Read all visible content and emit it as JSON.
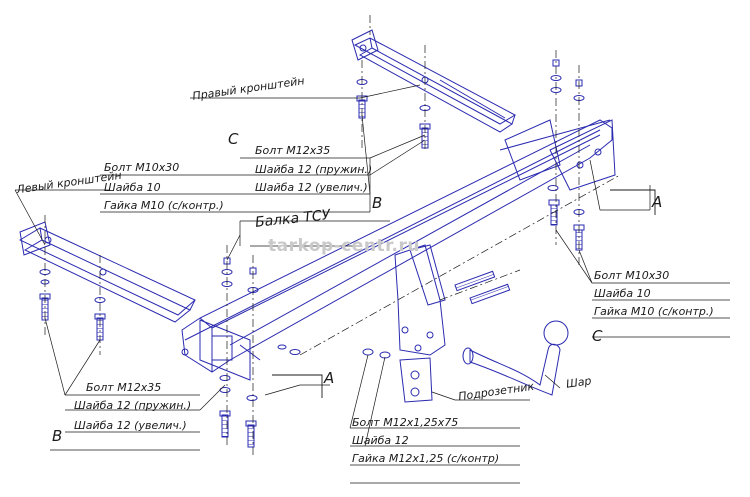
{
  "labels": {
    "right_bracket": "Правый кронштейн",
    "left_bracket": "Левый кронштейн",
    "beam": "Балка ТСУ",
    "socket_holder": "Подрозетник",
    "ball": "Шар",
    "sect_a_top": "A",
    "sect_a_bottom": "A",
    "sect_b_top": "B",
    "sect_b_bottom": "B",
    "sect_c_top": "C",
    "sect_c_right": "C"
  },
  "fasteners": {
    "right_bracket_set": [
      "Болт М12х35",
      "Шайба 12 (пружин.)",
      "Шайба 12 (увелич.)"
    ],
    "left_bracket_set": [
      "Болт М10х30",
      "Шайба 10",
      "Гайка М10 (с/контр.)"
    ],
    "bottom_left_set": [
      "Болт М12х35",
      "Шайба 12 (пружин.)",
      "Шайба 12 (увелич.)"
    ],
    "right_side_set": [
      "Болт М10х30",
      "Шайба 10",
      "Гайка М10 (с/контр.)"
    ],
    "socket_set": [
      "Болт М12х1,25х75",
      "Шайба 12",
      "Гайка М12х1,25 (с/контр)"
    ]
  },
  "watermark": "tarkop-centr.ru",
  "colors": {
    "line": "#1a1a1a",
    "part": "#2a2ab0",
    "watermark": "#c9c9c9"
  }
}
